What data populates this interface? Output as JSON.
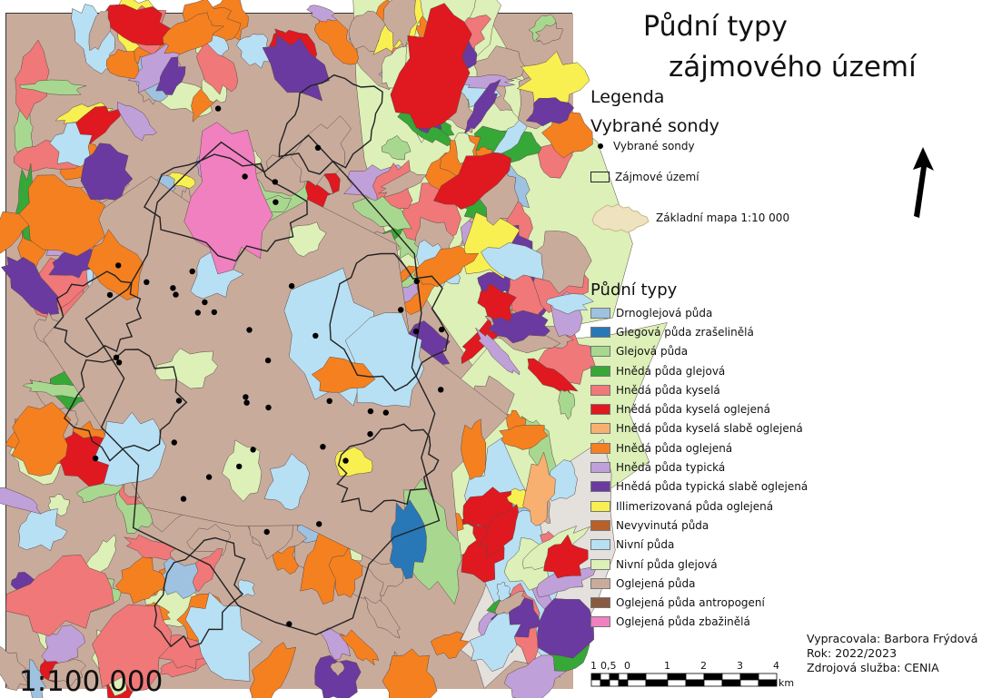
{
  "title_line1": "Půdní typy",
  "title_line2": "zájmového území",
  "legend_heading": "Legenda",
  "probes": {
    "heading": "Vybrané sondy",
    "label": "Vybrané sondy"
  },
  "area_label": "Zájmové území",
  "basemap_label": "Základní mapa 1:10 000",
  "soil_heading": "Půdní typy",
  "soil_types": [
    {
      "label": "Drnoglejová půda",
      "color": "#9ec2e0"
    },
    {
      "label": "Glegová půda zrašelinělá",
      "color": "#2878b8"
    },
    {
      "label": "Glejová půda",
      "color": "#a8d890"
    },
    {
      "label": "Hnědá půda glejová",
      "color": "#36a838"
    },
    {
      "label": "Hnědá půda kyselá",
      "color": "#f07878"
    },
    {
      "label": "Hnědá půda kyselá oglejená",
      "color": "#e01820"
    },
    {
      "label": "Hnědá půda kyselá slabě oglejená",
      "color": "#f8b070"
    },
    {
      "label": "Hnědá půda oglejená",
      "color": "#f58020"
    },
    {
      "label": "Hnědá půda typická",
      "color": "#c0a0d8"
    },
    {
      "label": "Hnědá půda typická slabě oglejená",
      "color": "#6a3aa0"
    },
    {
      "label": "Illimerizovaná půda oglejená",
      "color": "#f8f050"
    },
    {
      "label": "Nevyvinutá půda",
      "color": "#b86028"
    },
    {
      "label": "Nivní půda",
      "color": "#b8e0f4"
    },
    {
      "label": "Nivní půda glejová",
      "color": "#dcf0b8"
    },
    {
      "label": "Oglejená půda",
      "color": "#c9ab9c"
    },
    {
      "label": "Oglejená půda antropogení",
      "color": "#8a5a40"
    },
    {
      "label": "Oglejená půda zbažinělá",
      "color": "#f080c0"
    }
  ],
  "map_scale": "1:100 000",
  "scalebar": {
    "labels": [
      "1",
      "0,5",
      "0",
      "1",
      "2",
      "3",
      "4"
    ],
    "unit": "km"
  },
  "credits": {
    "author": "Vypracovala: Barbora Frýdová",
    "year": "Rok: 2022/2023",
    "source": "Zdrojová služba: CENIA"
  },
  "probe_count": 44
}
